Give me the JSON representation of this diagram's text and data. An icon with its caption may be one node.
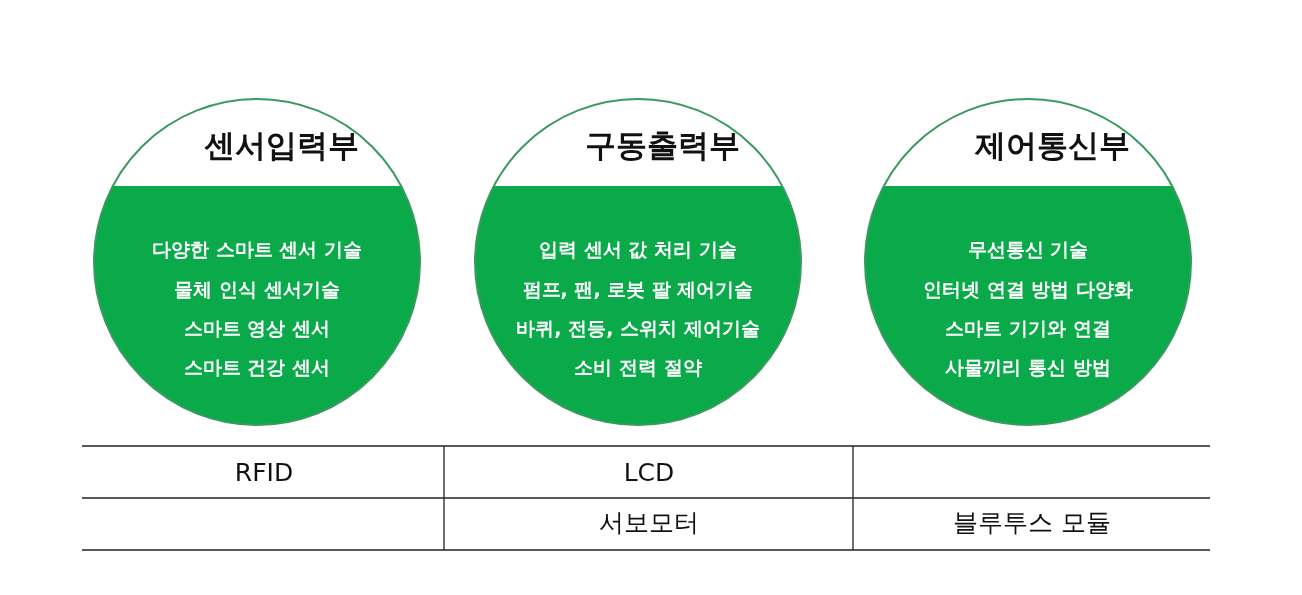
{
  "diagram": {
    "nodes": [
      {
        "text": [
          "센서입력부",
          "다양한 스마트 센서 기술",
          "물체 인식 센서기술",
          "스마트 영상 센서",
          "스마트 건강 센서"
        ]
      },
      {
        "text": [
          "구동출력부",
          "입력 센서 값 처리 기술",
          "펌프, 팬, 로봇 팔 제어기술",
          "바퀴, 전등, 스위치 제어기술",
          "소비 전력 절약"
        ]
      },
      {
        "text": [
          "제어통신부",
          "무선통신 기술",
          "인터넷 연결 방법 다양화",
          "스마트 기기와 연결",
          "사물끼리 통신 방법"
        ]
      }
    ],
    "labels": [
      "RFID",
      "LCD",
      "서보모터",
      "블루투스 모듈"
    ]
  }
}
